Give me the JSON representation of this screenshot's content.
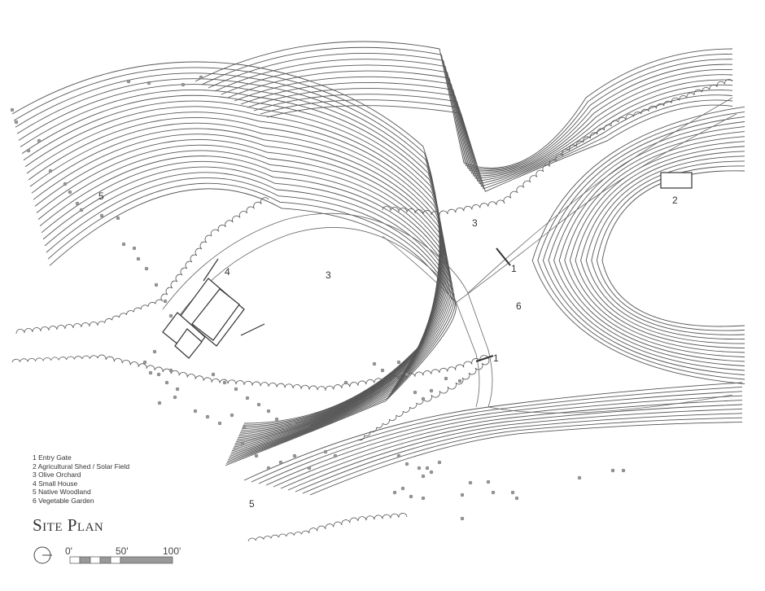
{
  "title": "Site Plan",
  "legend": [
    "1 Entry Gate",
    "2 Agricultural Shed / Solar Field",
    "3 Olive Orchard",
    "4 Small House",
    "5 Native Woodland",
    "6 Vegetable Garden"
  ],
  "zone_labels": {
    "gate_a": "1",
    "gate_b": "1",
    "shed": "2",
    "orchard_main": "3",
    "orchard_north": "3",
    "house": "4",
    "woodland_west": "5",
    "woodland_south": "5",
    "garden": "6"
  },
  "scale_bar": {
    "label_0": "0'",
    "label_50": "50'",
    "label_100": "100'"
  },
  "colors": {
    "line": "#555555",
    "tree": "#999999",
    "scale_dark": "#999999"
  },
  "north_arrow": "north-arrow-icon"
}
